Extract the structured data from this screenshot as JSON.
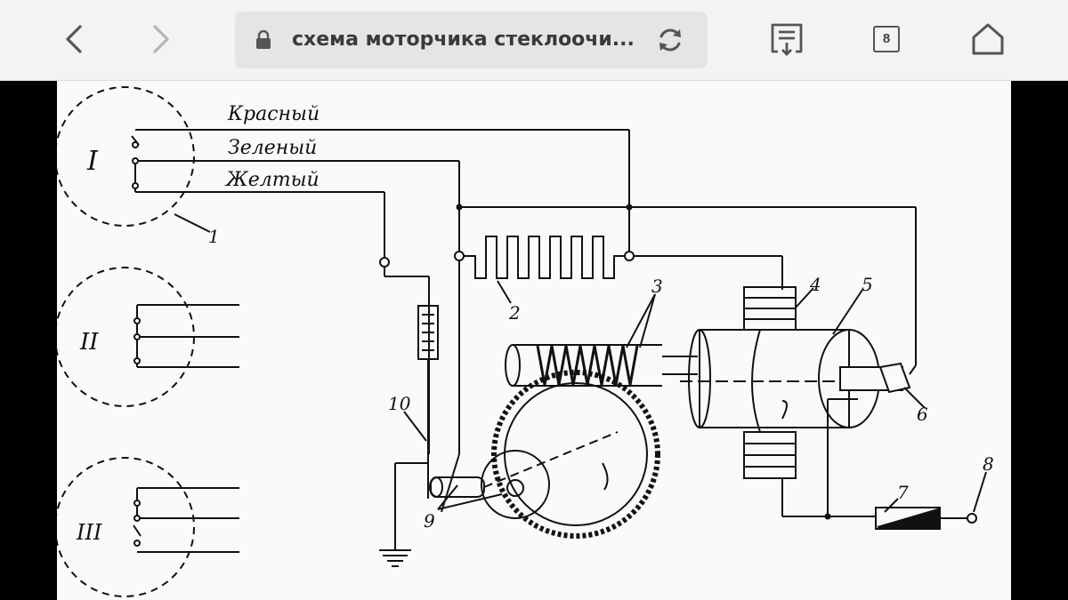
{
  "browser": {
    "address": "схема моторчика стеклоочи...",
    "tab_count": "8"
  },
  "diagram": {
    "wire_labels": {
      "red": "Красный",
      "green": "Зеленый",
      "yellow": "Желтый"
    },
    "positions": [
      "I",
      "II",
      "III"
    ],
    "callouts": [
      "1",
      "2",
      "3",
      "4",
      "5",
      "6",
      "7",
      "8",
      "9",
      "10"
    ]
  }
}
